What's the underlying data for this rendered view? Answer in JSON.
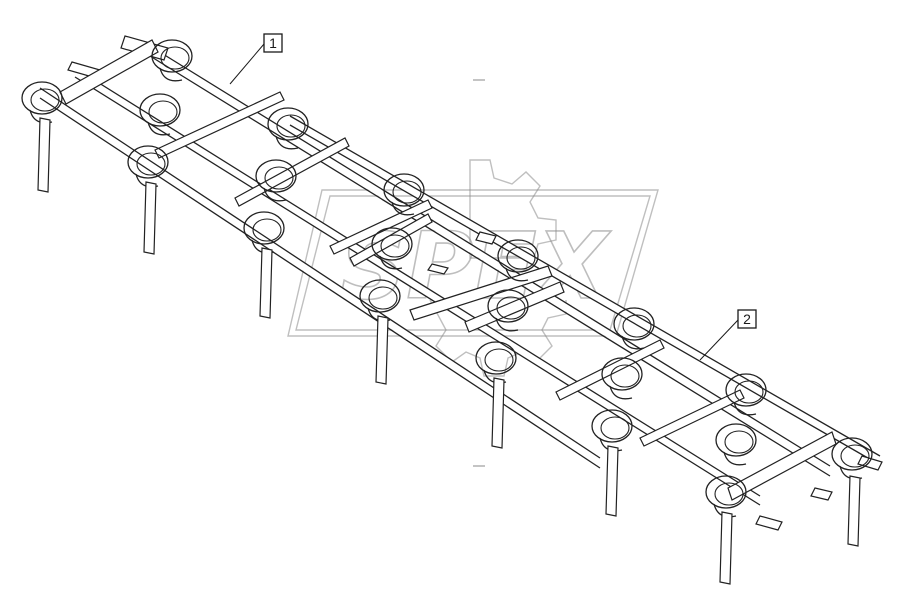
{
  "diagram": {
    "callouts": [
      {
        "id": "callout-1",
        "label": "1"
      },
      {
        "id": "callout-2",
        "label": "2"
      }
    ],
    "watermark_text": "SPEX"
  }
}
